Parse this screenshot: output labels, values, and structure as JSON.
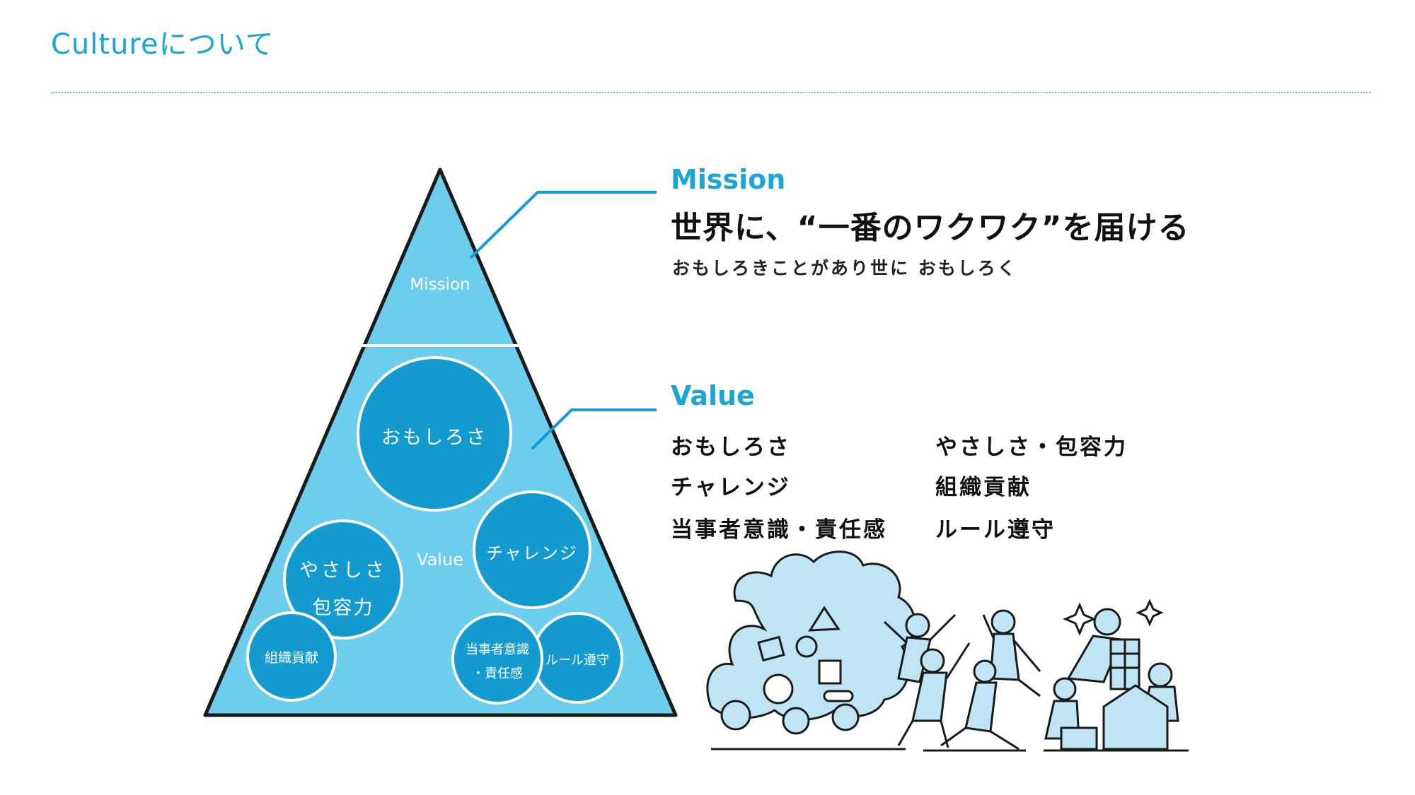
{
  "header": {
    "title": "Cultureについて"
  },
  "pyramid": {
    "mission_label": "Mission",
    "value_label": "Value",
    "circles": {
      "omoshirosa": "おもしろさ",
      "yasashisa_line1": "やさしさ",
      "yasashisa_line2": "包容力",
      "challenge": "チャレンジ",
      "soshiki": "組織貢献",
      "toujisha_line1": "当事者意識",
      "toujisha_line2": "・責任感",
      "rule": "ルール遵守"
    }
  },
  "mission": {
    "heading": "Mission",
    "statement": "世界に、“一番のワクワク”を届ける",
    "subtitle": "おもしろきことがあり世に おもしろく"
  },
  "value": {
    "heading": "Value",
    "items": [
      "おもしろさ",
      "やさしさ・包容力",
      "チャレンジ",
      "組織貢献",
      "当事者意識・責任感",
      "ルール遵守"
    ]
  },
  "colors": {
    "accent": "#1aa6d4",
    "pyramid_fill": "#6dcdec",
    "circle_fill": "#139bd0",
    "illustration_fill": "#bfe4f4"
  }
}
